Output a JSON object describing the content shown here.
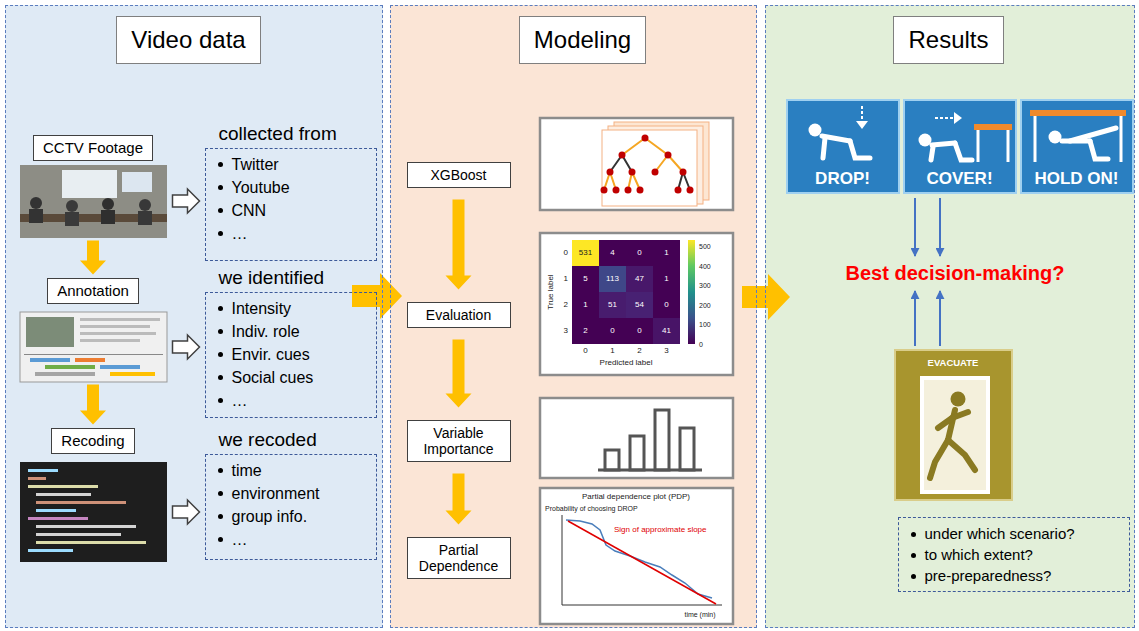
{
  "diagram": {
    "nodes": [
      {
        "text": [
          "Video data"
        ]
      },
      {
        "text": [
          "CCTV Footage"
        ],
        "in": 0
      },
      {
        "text": [
          "collected from",
          "Twitter",
          "Youtube",
          "CNN",
          "…"
        ],
        "in": 0
      },
      {
        "text": [
          "Annotation"
        ],
        "in": 0
      },
      {
        "text": [
          "we identified",
          "Intensity",
          "Indiv. role",
          "Envir. cues",
          "Social cues",
          "…"
        ],
        "in": 0
      },
      {
        "text": [
          "Recoding"
        ],
        "in": 0
      },
      {
        "text": [
          "we recoded",
          "time",
          "environment",
          "group info.",
          "…"
        ],
        "in": 0
      },
      {
        "text": [
          "Modeling"
        ]
      },
      {
        "text": [
          "XGBoost"
        ],
        "in": 7
      },
      {
        "text": [
          "Evaluation"
        ],
        "in": 7
      },
      {
        "text": [
          "Variable Importance"
        ],
        "in": 7
      },
      {
        "text": [
          "Partial Dependence"
        ],
        "in": 7
      },
      {
        "text": [
          "Results"
        ]
      },
      {
        "text": [
          "DROP!"
        ],
        "in": 12
      },
      {
        "text": [
          "COVER!"
        ],
        "in": 12
      },
      {
        "text": [
          "HOLD ON!"
        ],
        "in": 12
      },
      {
        "text": [
          "EVACUATE"
        ],
        "in": 12
      },
      {
        "text": [
          "under which scenario?",
          "to which extent?",
          "pre-preparedness?"
        ],
        "in": 12
      }
    ],
    "edges": [
      {
        "from": 1,
        "to": 2,
        "arrow": "to"
      },
      {
        "from": 1,
        "to": 3,
        "arrow": "to"
      },
      {
        "from": 3,
        "to": 4,
        "arrow": "to"
      },
      {
        "from": 3,
        "to": 5,
        "arrow": "to"
      },
      {
        "from": 5,
        "to": 6,
        "arrow": "to"
      },
      {
        "from": 0,
        "to": 7,
        "arrow": "to"
      },
      {
        "from": 8,
        "to": 9,
        "arrow": "to"
      },
      {
        "from": 9,
        "to": 10,
        "arrow": "to"
      },
      {
        "from": 10,
        "to": 11,
        "arrow": "to"
      },
      {
        "from": 7,
        "to": 12,
        "arrow": "to"
      }
    ],
    "labels": [
      "0",
      "531",
      "4",
      "0",
      "1",
      "1",
      "5",
      "113",
      "47",
      "1",
      "2",
      "1",
      "51",
      "54",
      "0",
      "3",
      "2",
      "0",
      "0",
      "41",
      "0",
      "1",
      "2",
      "3",
      "Predicted label",
      "True label",
      "500",
      "400",
      "300",
      "200",
      "100",
      "0",
      "Partial dependence plot (PDP)",
      "Probability of choosing DROP",
      "Sign of approximate slope",
      "time (min)",
      "Best decision-making?"
    ]
  }
}
